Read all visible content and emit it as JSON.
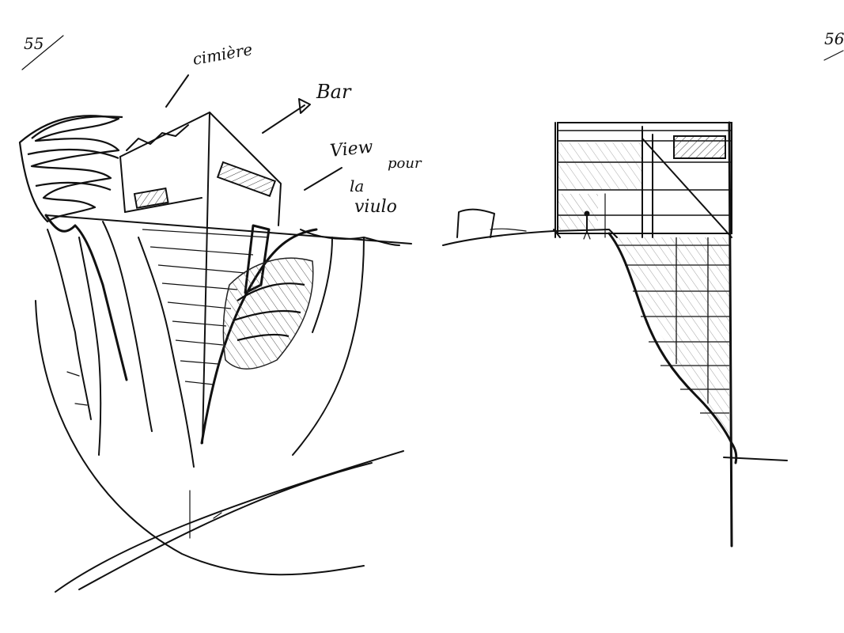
{
  "page_numbers": {
    "left": "55",
    "right": "56"
  },
  "annotations": {
    "top": "cimière",
    "bar": "Bar",
    "view_line1": "View",
    "view_line2": "pour",
    "view_line3": "la",
    "view_line4": "viulo"
  },
  "sketches": {
    "left": "perspective-building-on-cliff",
    "right": "section-building-on-cliff"
  },
  "colors": {
    "ink": "#111111",
    "paper": "#ffffff"
  }
}
